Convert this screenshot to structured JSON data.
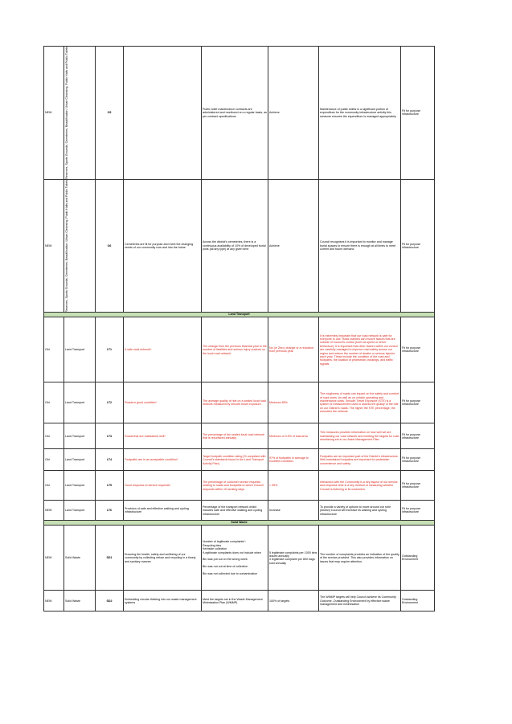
{
  "accent": {
    "section_band": "#c6e0b4",
    "highlight_text": "#d9261c"
  },
  "rows_top": [
    {
      "status": "NEW",
      "group": "Reserves, Sports Grounds, Cemeteries, Beautification, Urban Cleansing, Public Halls and Public Toilets",
      "code": "O5",
      "objective": "",
      "measure": "Public toilet maintenance contracts are administered and monitored on a regular basis, as per contract specifications",
      "target": "Achieve",
      "rationale": "Maintenance of public toilets  is a significant portion of expenditure for the community infrastructure  activity this measure ensures the  expenditure is managed appropriately",
      "outcome": "Fit for purpose infrastructure"
    },
    {
      "status": "NEW",
      "group": "Reserves, Sports Grounds, Cemeteries, Beautification, Urban Cleansing, Public Halls and Public Toilets",
      "code": "O6",
      "objective": "Cemeteries are fit  for purpose and meet the changing needs of our community now and into the future",
      "measure": "Across the district's cemeteries, there is a continuous availability of 10% of developed burial plots (all any type)  at any given time",
      "target": "Achieve",
      "rationale": "Council recognises it is important to monitor and manage burial spaces to ensure there is enough at all times to meet  current and future demand",
      "outcome": "Fit for purpose infrastructure"
    }
  ],
  "section_land": "Land Transport",
  "rows_land": [
    {
      "status": "Old",
      "group": "Land Transport",
      "code": "LT1",
      "objective": "A safe road network*.",
      "measure": "The change from the previous financial year in the number of fatalities and serious injury crashes on the local road network.",
      "target": "No (or Zero) change or a reduction from previous year.",
      "rationale": "It is extremely important that our road network is safe for everyone to use. Road crashes can involve factors that are outside of Council's control (such as speed or driver behaviour). It is important that other factors within our control are carefully managed to improve road safety across our region and reduce the number of deaths or serious injuries each year. These include the condition of the road and footpaths, the location of pedestrian crossings, and traffic signals.",
      "outcome": "Fit for purpose infrastructure",
      "red": true
    },
    {
      "status": "Old",
      "group": "Land Transport",
      "code": "LT2",
      "objective": "Roads in good condition*.",
      "measure": "The average quality of ride on a sealed local road network measured by smooth travel exposure.",
      "target": "Minimum 85%",
      "rationale": "The roughness of roads can impact on the safety and comfort of road users. As well as on vehicle operating and maintenance costs. Smooth Travel Exposure (STE) is a system of measurement used to assess the quality of the ride on our District's roads. The higher the STE percentage, the smoother the network.",
      "outcome": "Fit for purpose infrastructure",
      "red": true
    },
    {
      "status": "Old",
      "group": "Land Transport",
      "code": "LT3",
      "objective": "Roads that are maintained well*.",
      "measure": "The percentage of the sealed local road network that is resurfaced annually.",
      "target": "Minimum of 3.5% of total area",
      "rationale": "This measures provides information on how well we are maintaining our road network and meeting the targets for road resurfacing set in our Asset Management Plan.",
      "outcome": "Fit for purpose infrastructure",
      "red": true
    },
    {
      "status": "Old",
      "group": "Land Transport",
      "code": "LT4",
      "objective": "Footpaths are in an acceptable condition*.",
      "measure": "Target footpath condition rating (% compliant with Council's standards found in the Land Transport Activity Plan).",
      "target": "97% of footpaths in average to excellent condition.",
      "rationale": "Footpaths are an important part of the District's infrastructure. Well maintained footpaths are important for pedestrian convenience and safety.",
      "outcome": "Fit for purpose infrastructure",
      "red": true
    },
    {
      "status": "Old",
      "group": "Land Transport",
      "code": "LT5",
      "objective": "Good response to service requests*.",
      "measure": "The percentage of customer service requests relating to roads and footpaths to which Council responds within 15 working days.",
      "target": "> 95%",
      "rationale": "Interaction with the Community is a key aspect of our service and response time is a key method of measuring whether Council is listening to its customers.",
      "outcome": "Fit for purpose infrastructure",
      "red": true
    },
    {
      "status": "NEW",
      "group": "Land Transport",
      "code": "LT6",
      "objective": "Provision of safe and effective walking and cycling infrastructure",
      "measure": "Percentage of the transport network which includes safe and effective walking and cycling infrastructure",
      "target": "Increase",
      "rationale": "To  provide a variety of options to move around our rohe (district)  Council will increase its walking and cycling infrastructure",
      "outcome": "Fit for purpose infrastructure",
      "red": false
    }
  ],
  "section_waste": "Solid Waste",
  "rows_waste": [
    {
      "status": "NEW",
      "group": "Solid Waste",
      "code": "SD1",
      "objective": "Ensuring the health, safety and wellbeing of our community by collecting refuse and recycling in a timely and sanitary manner",
      "measure_lines": [
        "Number of legitimate complaints*:",
        "Recycling bins",
        "Kerbside collection",
        "*Legitimate complaints does not include when",
        "",
        "Bin was put out on the wrong week",
        "",
        "Bin was not out at time of collection",
        "",
        "Bin was not collected due to contamination"
      ],
      "target": "5 legitimate complaints per 1000 bins issued annually\n  3 legitimate complaint per 800 bags sold annually",
      "rationale": "The number of complaints provides an indication of the quality of the service provided. This also provides information on issues that may require attention.",
      "outcome": "Outstanding Environment"
    },
    {
      "status": "NEW",
      "group": "Solid Waste",
      "code": "SD2",
      "objective": "Embedding circular thinking into our waste management systems",
      "measure": "Meet the targets set in the Waste Management Minimisation Plan (WMMP)",
      "target": "100% of targets",
      "rationale": "The WMMP targets will help Council achieve its Community Outcome -Outstanding Environment by effective waste  management and minimisation",
      "outcome": "Outstanding Environment"
    }
  ]
}
